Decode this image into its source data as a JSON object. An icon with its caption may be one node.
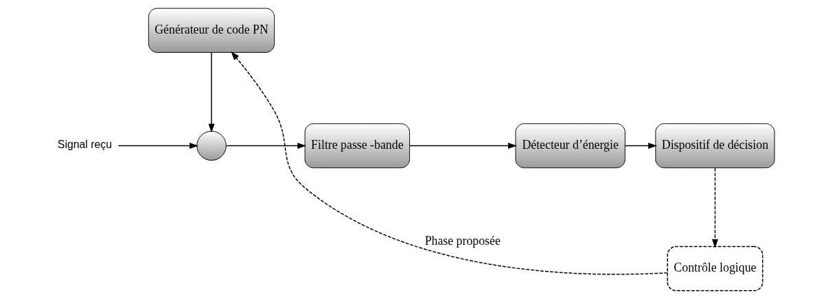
{
  "diagram": {
    "nodes": [
      {
        "text": [
          "Signal reçu"
        ]
      },
      {
        "text": [],
        "shape": "circle"
      },
      {
        "text": [
          "Filtre passe -bande"
        ]
      },
      {
        "text": [
          "Détecteur d’énergie"
        ]
      },
      {
        "text": [
          "Dispositif de décision"
        ]
      },
      {
        "text": [
          "Contrôle logique"
        ]
      },
      {
        "text": [
          "Générateur de code PN"
        ]
      }
    ],
    "edges": [
      {
        "from": 0,
        "to": 1,
        "arrow": "to"
      },
      {
        "from": 1,
        "to": 2,
        "arrow": "to"
      },
      {
        "from": 2,
        "to": 3,
        "arrow": "to"
      },
      {
        "from": 3,
        "to": 4,
        "arrow": "to"
      },
      {
        "from": 4,
        "to": 5,
        "arrow": "to",
        "style": "dashed"
      },
      {
        "from": 5,
        "to": 6,
        "arrow": "to",
        "style": "dashed",
        "label": "Phase proposée"
      },
      {
        "from": 6,
        "to": 1,
        "arrow": "to"
      }
    ]
  }
}
